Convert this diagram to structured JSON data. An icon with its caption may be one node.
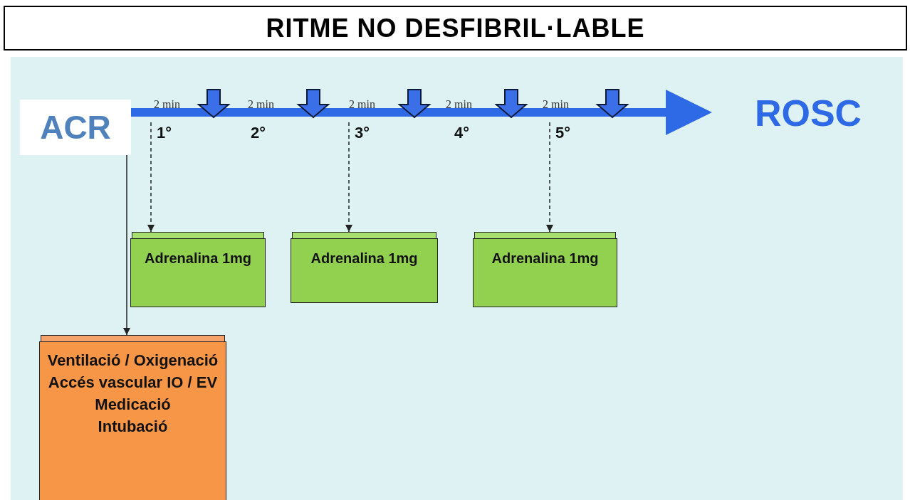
{
  "diagram": {
    "title": "RITME NO DESFIBRIL·LABLE",
    "nodes": [
      {
        "text": [
          "ACR"
        ]
      },
      {
        "text": [
          "ROSC"
        ]
      },
      {
        "text": [
          "1°"
        ]
      },
      {
        "text": [
          "3°"
        ]
      },
      {
        "text": [
          "5°"
        ]
      },
      {
        "text": [
          "Adrenalina 1mg"
        ]
      },
      {
        "text": [
          "Adrenalina 1mg"
        ]
      },
      {
        "text": [
          "Adrenalina 1mg"
        ]
      },
      {
        "text": [
          "Ventilació / Oxigenació",
          "Accés vascular IO / EV",
          "Medicació",
          "Intubació"
        ]
      }
    ],
    "edges": [
      {
        "from": 0,
        "to": 1,
        "arrow": "to",
        "style": "thick",
        "color": "#2f6ae6"
      },
      {
        "from": 2,
        "to": 5,
        "arrow": "to",
        "style": "dashed"
      },
      {
        "from": 3,
        "to": 6,
        "arrow": "to",
        "style": "dashed"
      },
      {
        "from": 4,
        "to": 7,
        "arrow": "to",
        "style": "dashed"
      },
      {
        "from": 0,
        "to": 8,
        "arrow": "to"
      }
    ],
    "labels": [
      "2 min",
      "2 min",
      "2 min",
      "2 min",
      "2 min",
      "2°",
      "4°"
    ]
  }
}
